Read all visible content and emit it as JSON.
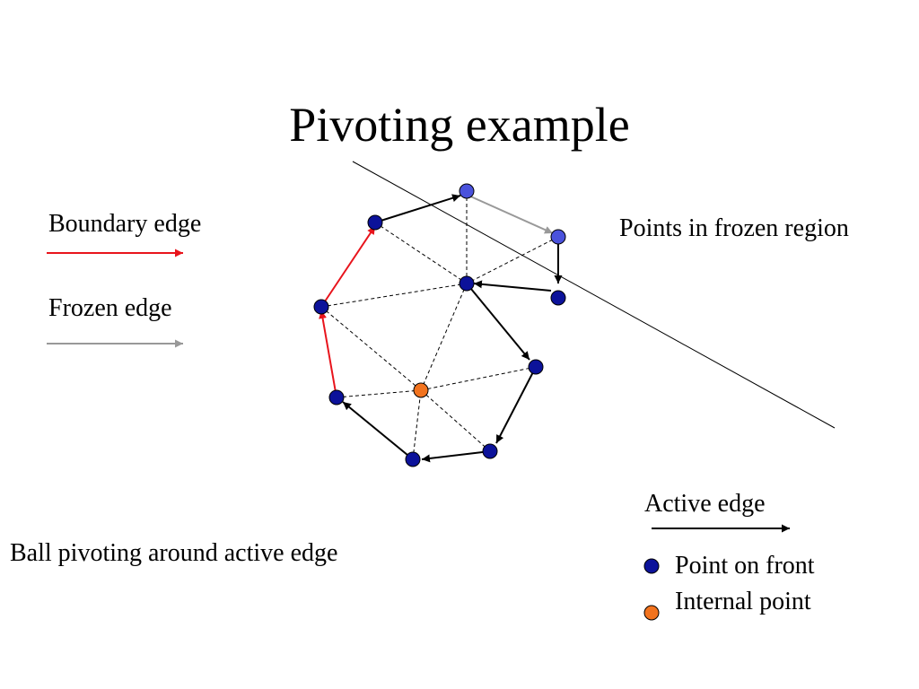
{
  "title": "Pivoting example",
  "legend": {
    "boundary_edge": "Boundary edge",
    "frozen_edge": "Frozen edge",
    "active_edge": "Active edge",
    "point_on_front": "Point on front",
    "internal_point": "Internal point"
  },
  "labels": {
    "frozen_region": "Points in frozen region",
    "caption": "Ball pivoting around active edge"
  },
  "colors": {
    "boundary": "#e8141c",
    "frozen": "#999999",
    "active": "#000000",
    "front_point": "#0c129a",
    "frozen_point": "#4a52dc",
    "internal_point": "#f2731e",
    "mesh": "#000000"
  }
}
